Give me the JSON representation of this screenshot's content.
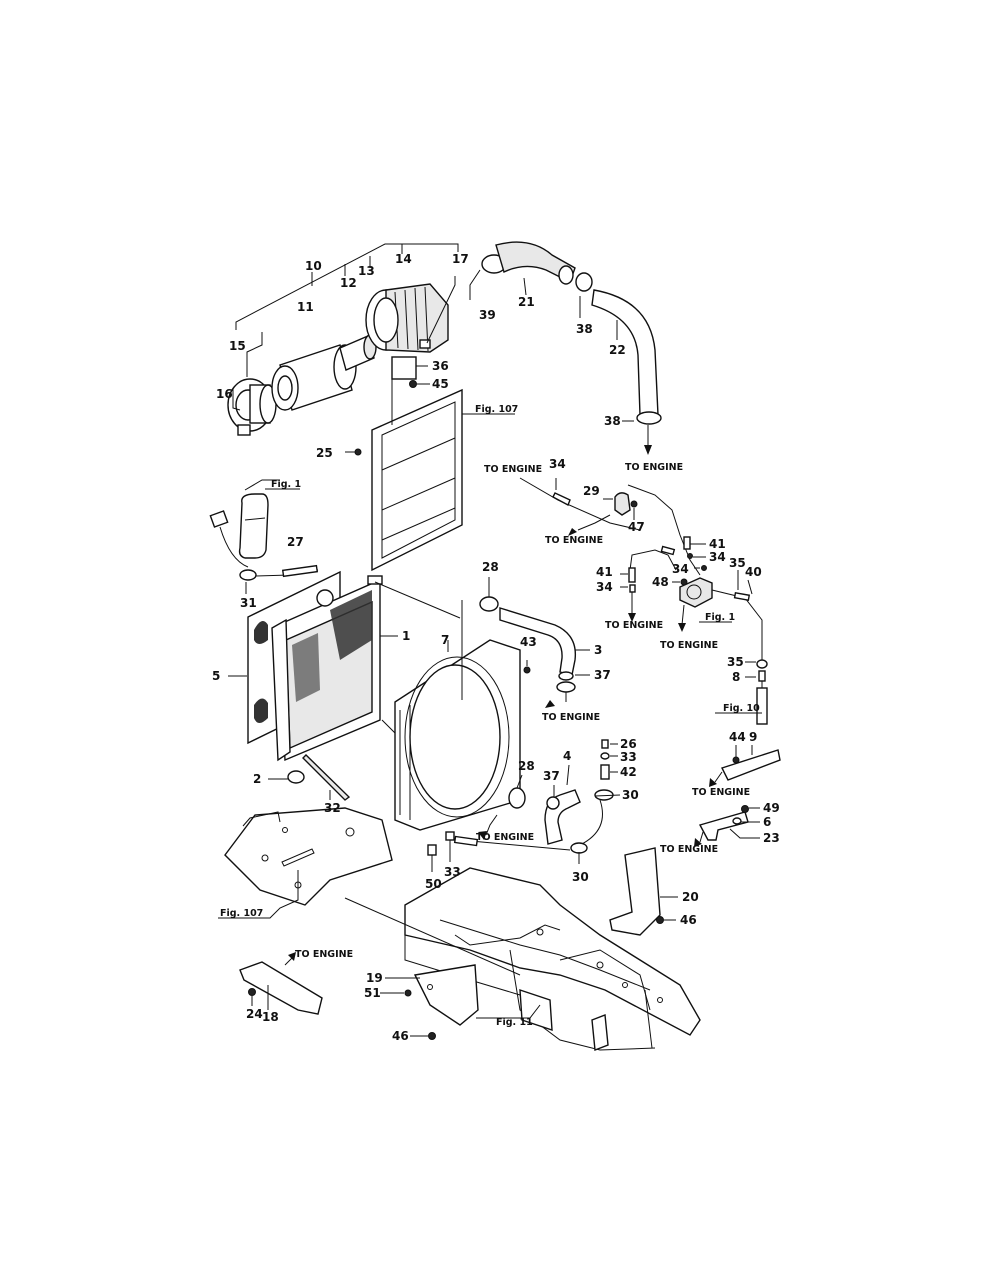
{
  "callouts": [
    {
      "id": "n1",
      "text": "1"
    },
    {
      "id": "n2",
      "text": "2"
    },
    {
      "id": "n3",
      "text": "3"
    },
    {
      "id": "n4",
      "text": "4"
    },
    {
      "id": "n5",
      "text": "5"
    },
    {
      "id": "n6",
      "text": "6"
    },
    {
      "id": "n7",
      "text": "7"
    },
    {
      "id": "n8",
      "text": "8"
    },
    {
      "id": "n9",
      "text": "9"
    },
    {
      "id": "n10",
      "text": "10"
    },
    {
      "id": "n11",
      "text": "11"
    },
    {
      "id": "n12",
      "text": "12"
    },
    {
      "id": "n13",
      "text": "13"
    },
    {
      "id": "n14",
      "text": "14"
    },
    {
      "id": "n15",
      "text": "15"
    },
    {
      "id": "n16",
      "text": "16"
    },
    {
      "id": "n17",
      "text": "17"
    },
    {
      "id": "n18",
      "text": "18"
    },
    {
      "id": "n19",
      "text": "19"
    },
    {
      "id": "n20",
      "text": "20"
    },
    {
      "id": "n21",
      "text": "21"
    },
    {
      "id": "n22",
      "text": "22"
    },
    {
      "id": "n23",
      "text": "23"
    },
    {
      "id": "n24",
      "text": "24"
    },
    {
      "id": "n25",
      "text": "25"
    },
    {
      "id": "n26",
      "text": "26"
    },
    {
      "id": "n27",
      "text": "27"
    },
    {
      "id": "n28a",
      "text": "28"
    },
    {
      "id": "n28b",
      "text": "28"
    },
    {
      "id": "n29",
      "text": "29"
    },
    {
      "id": "n30a",
      "text": "30"
    },
    {
      "id": "n30b",
      "text": "30"
    },
    {
      "id": "n31",
      "text": "31"
    },
    {
      "id": "n32",
      "text": "32"
    },
    {
      "id": "n33a",
      "text": "33"
    },
    {
      "id": "n33b",
      "text": "33"
    },
    {
      "id": "n34a",
      "text": "34"
    },
    {
      "id": "n34b",
      "text": "34"
    },
    {
      "id": "n34c",
      "text": "34"
    },
    {
      "id": "n34d",
      "text": "34"
    },
    {
      "id": "n35a",
      "text": "35"
    },
    {
      "id": "n35b",
      "text": "35"
    },
    {
      "id": "n36",
      "text": "36"
    },
    {
      "id": "n37a",
      "text": "37"
    },
    {
      "id": "n37b",
      "text": "37"
    },
    {
      "id": "n38a",
      "text": "38"
    },
    {
      "id": "n38b",
      "text": "38"
    },
    {
      "id": "n39",
      "text": "39"
    },
    {
      "id": "n40",
      "text": "40"
    },
    {
      "id": "n41a",
      "text": "41"
    },
    {
      "id": "n41b",
      "text": "41"
    },
    {
      "id": "n42",
      "text": "42"
    },
    {
      "id": "n43",
      "text": "43"
    },
    {
      "id": "n44",
      "text": "44"
    },
    {
      "id": "n45",
      "text": "45"
    },
    {
      "id": "n46a",
      "text": "46"
    },
    {
      "id": "n46b",
      "text": "46"
    },
    {
      "id": "n47",
      "text": "47"
    },
    {
      "id": "n48",
      "text": "48"
    },
    {
      "id": "n49",
      "text": "49"
    },
    {
      "id": "n50",
      "text": "50"
    },
    {
      "id": "n51",
      "text": "51"
    }
  ],
  "labels": {
    "to_engine": "TO ENGINE",
    "fig_1": "Fig. 1",
    "fig_10": "Fig. 10",
    "fig_11": "Fig. 11",
    "fig_107": "Fig. 107"
  }
}
